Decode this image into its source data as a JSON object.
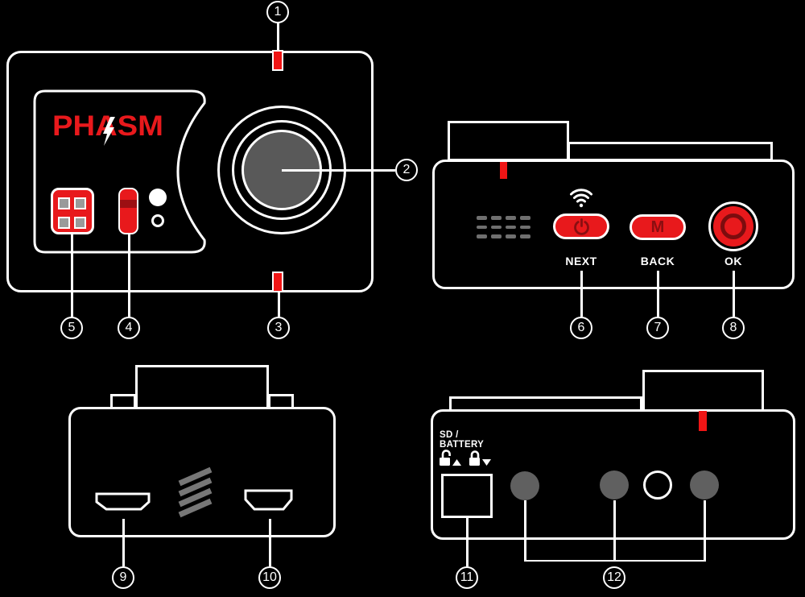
{
  "logo": {
    "text": "PHASM"
  },
  "top_view": {
    "buttons": {
      "power_mode_label": "M",
      "next_label": "NEXT",
      "back_label": "BACK",
      "ok_label": "OK"
    }
  },
  "bottom_view": {
    "compartment_label": "SD / BATTERY"
  },
  "callouts": [
    {
      "n": "1"
    },
    {
      "n": "2"
    },
    {
      "n": "3"
    },
    {
      "n": "4"
    },
    {
      "n": "5"
    },
    {
      "n": "6"
    },
    {
      "n": "7"
    },
    {
      "n": "8"
    },
    {
      "n": "9"
    },
    {
      "n": "10"
    },
    {
      "n": "11"
    },
    {
      "n": "12"
    }
  ],
  "icons": {
    "wifi": "wifi-icon",
    "power": "power-icon",
    "lightning": "lightning-bolt-icon",
    "unlock": "unlock-icon",
    "lock": "lock-icon",
    "triangle_up": "up-triangle-icon",
    "triangle_down": "down-triangle-icon",
    "grid_keypad": "grid-keypad-icon",
    "speaker": "speaker-grille",
    "vent": "vent-stripes",
    "hdmi": "hdmi-port",
    "mini_hdmi": "mini-hdmi-port"
  },
  "colors": {
    "background": "#000000",
    "outline": "#ffffff",
    "red": "#e8191c",
    "tick_red": "#f01515",
    "dark_red_glyph": "#8a0e11",
    "ok_inner_ring": "#7c0c0e",
    "lens_gray": "#595959",
    "key_gray": "#9a9a9a",
    "grille_gray": "#6f6f6f",
    "vent_gray": "#777777",
    "mount_gray": "#606060"
  }
}
